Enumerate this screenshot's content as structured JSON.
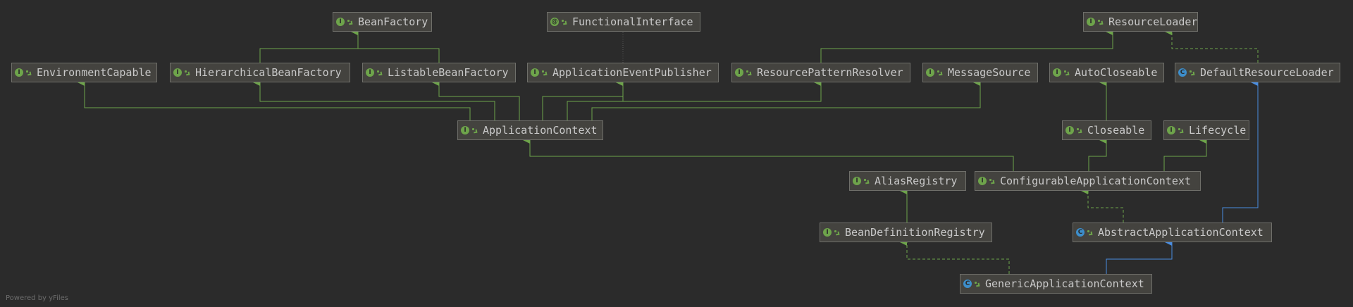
{
  "diagram": {
    "colors": {
      "background": "#2b2b2b",
      "node_fill": "#44433f",
      "node_border": "#6f6f6a",
      "inherit_edge": "#6ea44b",
      "class_edge": "#4a8de0",
      "dotted_edge": "#595959"
    },
    "nodes": [
      {
        "id": "BeanFactory",
        "label": "BeanFactory",
        "kind": "interface"
      },
      {
        "id": "FunctionalInterface",
        "label": "FunctionalInterface",
        "kind": "annotation"
      },
      {
        "id": "ResourceLoader",
        "label": "ResourceLoader",
        "kind": "interface"
      },
      {
        "id": "EnvironmentCapable",
        "label": "EnvironmentCapable",
        "kind": "interface"
      },
      {
        "id": "HierarchicalBeanFactory",
        "label": "HierarchicalBeanFactory",
        "kind": "interface"
      },
      {
        "id": "ListableBeanFactory",
        "label": "ListableBeanFactory",
        "kind": "interface"
      },
      {
        "id": "ApplicationEventPublisher",
        "label": "ApplicationEventPublisher",
        "kind": "interface"
      },
      {
        "id": "ResourcePatternResolver",
        "label": "ResourcePatternResolver",
        "kind": "interface"
      },
      {
        "id": "MessageSource",
        "label": "MessageSource",
        "kind": "interface"
      },
      {
        "id": "AutoCloseable",
        "label": "AutoCloseable",
        "kind": "interface"
      },
      {
        "id": "DefaultResourceLoader",
        "label": "DefaultResourceLoader",
        "kind": "class"
      },
      {
        "id": "ApplicationContext",
        "label": "ApplicationContext",
        "kind": "interface"
      },
      {
        "id": "Closeable",
        "label": "Closeable",
        "kind": "interface"
      },
      {
        "id": "Lifecycle",
        "label": "Lifecycle",
        "kind": "interface"
      },
      {
        "id": "AliasRegistry",
        "label": "AliasRegistry",
        "kind": "interface"
      },
      {
        "id": "ConfigurableApplicationContext",
        "label": "ConfigurableApplicationContext",
        "kind": "interface"
      },
      {
        "id": "BeanDefinitionRegistry",
        "label": "BeanDefinitionRegistry",
        "kind": "interface"
      },
      {
        "id": "AbstractApplicationContext",
        "label": "AbstractApplicationContext",
        "kind": "abstract"
      },
      {
        "id": "GenericApplicationContext",
        "label": "GenericApplicationContext",
        "kind": "class"
      }
    ],
    "edges": [
      {
        "from": "HierarchicalBeanFactory",
        "to": "BeanFactory",
        "type": "extends"
      },
      {
        "from": "ListableBeanFactory",
        "to": "BeanFactory",
        "type": "extends"
      },
      {
        "from": "ApplicationEventPublisher",
        "to": "FunctionalInterface",
        "type": "annotated"
      },
      {
        "from": "ResourcePatternResolver",
        "to": "ResourceLoader",
        "type": "extends"
      },
      {
        "from": "DefaultResourceLoader",
        "to": "ResourceLoader",
        "type": "implements"
      },
      {
        "from": "ApplicationContext",
        "to": "EnvironmentCapable",
        "type": "extends"
      },
      {
        "from": "ApplicationContext",
        "to": "HierarchicalBeanFactory",
        "type": "extends"
      },
      {
        "from": "ApplicationContext",
        "to": "ListableBeanFactory",
        "type": "extends"
      },
      {
        "from": "ApplicationContext",
        "to": "ApplicationEventPublisher",
        "type": "extends"
      },
      {
        "from": "ApplicationContext",
        "to": "ResourcePatternResolver",
        "type": "extends"
      },
      {
        "from": "ApplicationContext",
        "to": "MessageSource",
        "type": "extends"
      },
      {
        "from": "Closeable",
        "to": "AutoCloseable",
        "type": "extends"
      },
      {
        "from": "ConfigurableApplicationContext",
        "to": "ApplicationContext",
        "type": "extends"
      },
      {
        "from": "ConfigurableApplicationContext",
        "to": "Closeable",
        "type": "extends"
      },
      {
        "from": "ConfigurableApplicationContext",
        "to": "Lifecycle",
        "type": "extends"
      },
      {
        "from": "BeanDefinitionRegistry",
        "to": "AliasRegistry",
        "type": "extends"
      },
      {
        "from": "AbstractApplicationContext",
        "to": "ConfigurableApplicationContext",
        "type": "implements"
      },
      {
        "from": "AbstractApplicationContext",
        "to": "DefaultResourceLoader",
        "type": "class-extends"
      },
      {
        "from": "GenericApplicationContext",
        "to": "BeanDefinitionRegistry",
        "type": "implements"
      },
      {
        "from": "GenericApplicationContext",
        "to": "AbstractApplicationContext",
        "type": "class-extends"
      }
    ],
    "watermark": "Powered by yFiles"
  }
}
